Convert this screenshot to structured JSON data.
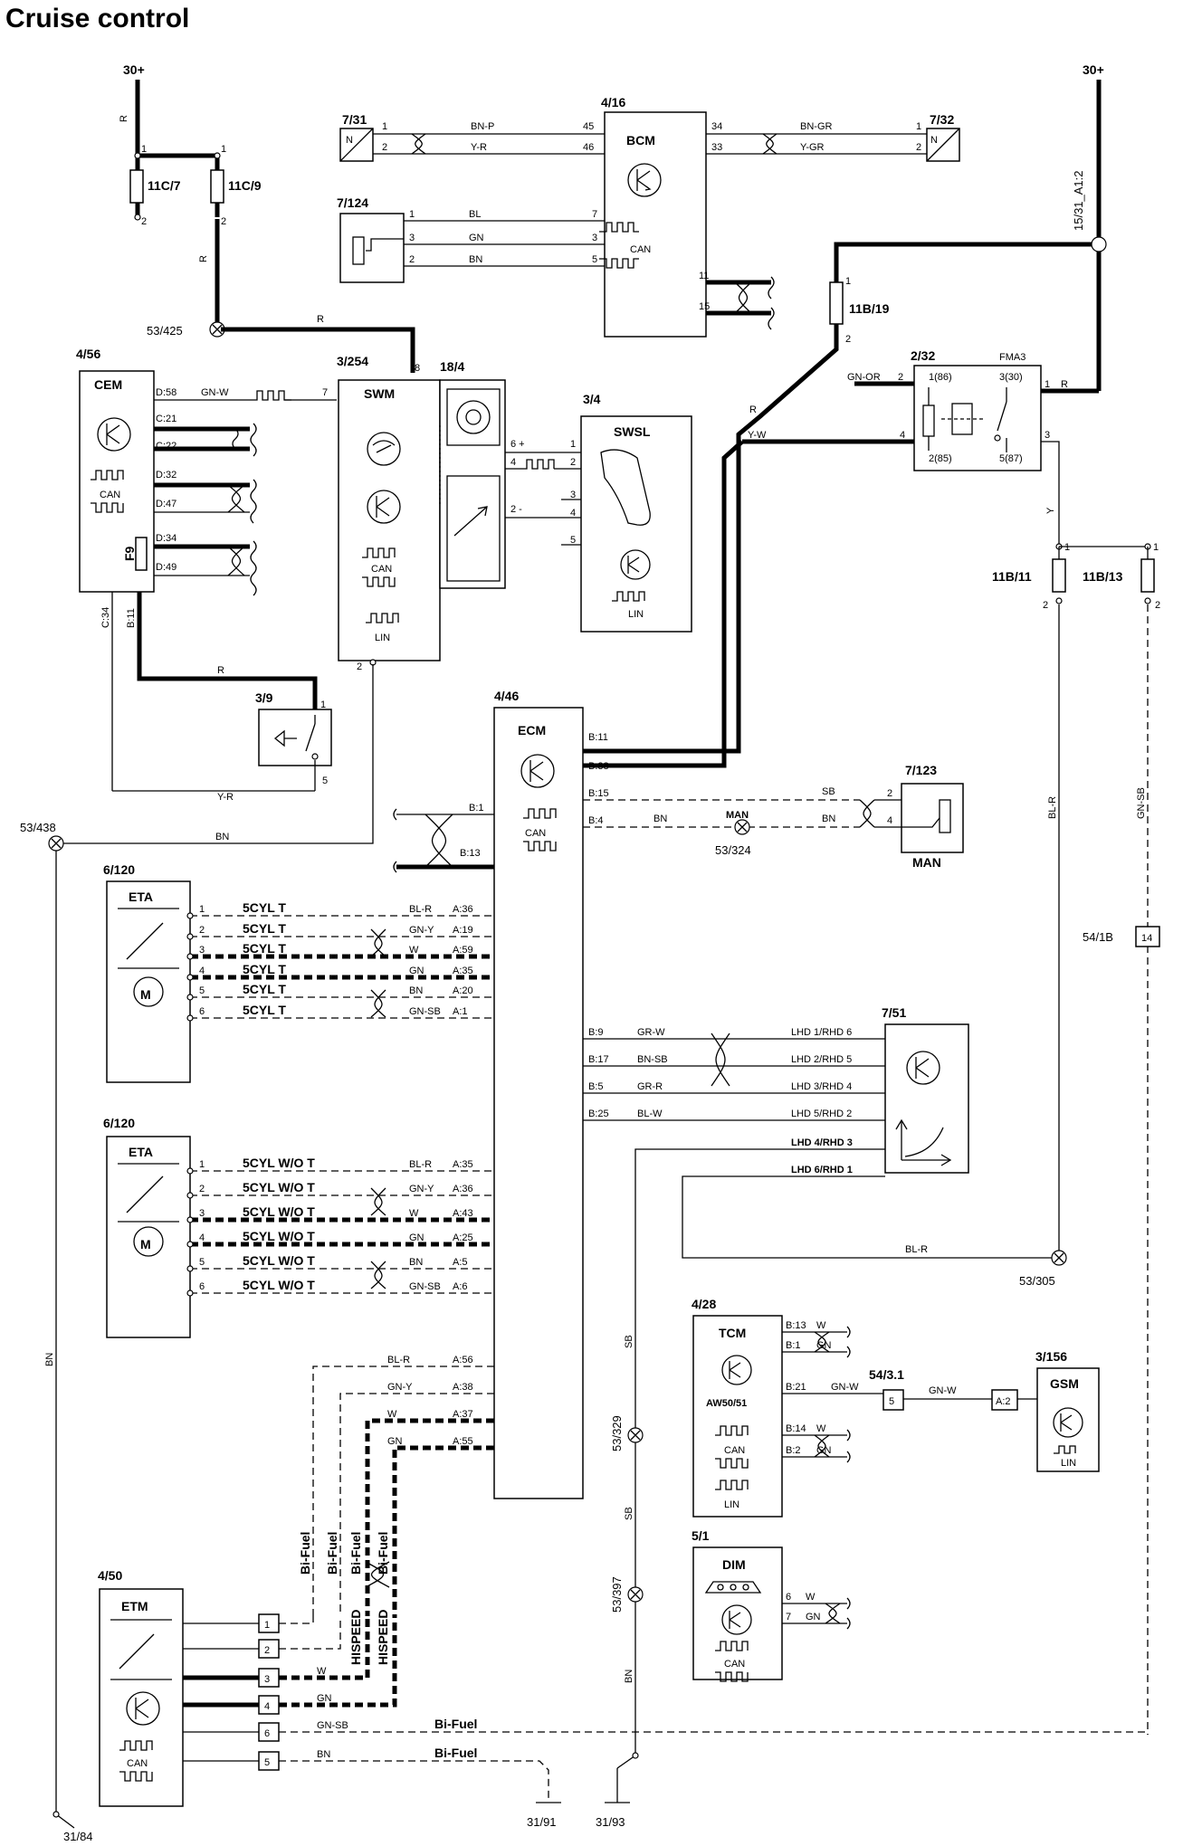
{
  "title": "Cruise control",
  "supply": {
    "left": "30+",
    "right": "30+",
    "wire_r": "R",
    "node_15_31": "15/31_A1:2"
  },
  "fuses": {
    "f11c7": "11C/7",
    "f11c9": "11C/9",
    "f11b19": "11B/19",
    "f11b11": "11B/11",
    "f11b13": "11B/13",
    "pin1": "1",
    "pin2": "2"
  },
  "grounds": {
    "g53_425": "53/425",
    "g53_438": "53/438",
    "g53_324": "53/324",
    "g53_305": "53/305",
    "g53_329": "53/329",
    "g53_397": "53/397",
    "g31_84": "31/84",
    "g31_91": "31/91",
    "g31_93": "31/93"
  },
  "bcm": {
    "ref": "4/16",
    "name": "BCM",
    "can": "CAN",
    "left_conn": "7/31",
    "right_conn": "7/32",
    "pot_conn": "7/124",
    "n": "N",
    "pins": {
      "p45": "45",
      "p46": "46",
      "p34": "34",
      "p33": "33",
      "p7": "7",
      "p3": "3",
      "p5": "5",
      "p11": "11",
      "p15": "15"
    },
    "wires": {
      "bn_p": "BN-P",
      "y_r": "Y-R",
      "bn_gr": "BN-GR",
      "y_gr": "Y-GR",
      "bl": "BL",
      "gn": "GN",
      "bn": "BN"
    },
    "small_pins": {
      "a": "1",
      "b": "2",
      "c": "3"
    }
  },
  "cem": {
    "ref": "4/56",
    "name": "CEM",
    "can": "CAN",
    "fuse": "F9",
    "pins": [
      "D:58",
      "C:21",
      "C:22",
      "D:32",
      "D:47",
      "D:34",
      "D:49"
    ],
    "bottom_pins": [
      "C:34",
      "B:11"
    ],
    "wire_d58": "GN-W"
  },
  "swm": {
    "ref": "3/254",
    "name": "SWM",
    "can": "CAN",
    "lin": "LIN",
    "sub_ref": "18/4",
    "pin7": "7",
    "pin8": "8",
    "pin2": "2"
  },
  "swsl": {
    "ref": "3/4",
    "name": "SWSL",
    "lin": "LIN",
    "pins": [
      "1",
      "2",
      "3",
      "4",
      "5"
    ],
    "left_pins": [
      "6 +",
      "4",
      "2 -"
    ]
  },
  "relay": {
    "ref": "2/32",
    "fma": "FMA3",
    "p1_86": "1(86)",
    "p3_30": "3(30)",
    "p2_85": "2(85)",
    "p5_87": "5(87)",
    "n2": "2",
    "n4": "4",
    "n1": "1",
    "n3": "3",
    "gn_or": "GN-OR",
    "r": "R",
    "y_w": "Y-W",
    "y": "Y"
  },
  "brake_switch": {
    "ref": "3/9",
    "pin1": "1",
    "pin5": "5",
    "wire_r": "R",
    "wire_yr": "Y-R"
  },
  "ecm": {
    "ref": "4/46",
    "name": "ECM",
    "can": "CAN",
    "pins_right": [
      "B:11",
      "B:38",
      "B:15",
      "B:4",
      "B:9",
      "B:17",
      "B:5",
      "B:25"
    ],
    "pins_left": [
      "B:1",
      "B:13"
    ]
  },
  "man": {
    "ref": "7/123",
    "name": "MAN",
    "pin2": "2",
    "pin4": "4",
    "sb": "SB",
    "bn": "BN",
    "man_label": "MAN"
  },
  "bn_ground_wire": "BN",
  "eta1": {
    "ref": "6/120",
    "name": "ETA",
    "motor": "M",
    "rows": [
      {
        "pin": "1",
        "tag": "5CYL T",
        "wire": "BL-R",
        "ecm": "A:36"
      },
      {
        "pin": "2",
        "tag": "5CYL T",
        "wire": "GN-Y",
        "ecm": "A:19"
      },
      {
        "pin": "3",
        "tag": "5CYL T",
        "wire": "W",
        "ecm": "A:59"
      },
      {
        "pin": "4",
        "tag": "5CYL T",
        "wire": "GN",
        "ecm": "A:35"
      },
      {
        "pin": "5",
        "tag": "5CYL T",
        "wire": "BN",
        "ecm": "A:20"
      },
      {
        "pin": "6",
        "tag": "5CYL T",
        "wire": "GN-SB",
        "ecm": "A:1"
      }
    ]
  },
  "eta2": {
    "ref": "6/120",
    "name": "ETA",
    "motor": "M",
    "rows": [
      {
        "pin": "1",
        "tag": "5CYL W/O T",
        "wire": "BL-R",
        "ecm": "A:35"
      },
      {
        "pin": "2",
        "tag": "5CYL W/O T",
        "wire": "GN-Y",
        "ecm": "A:36"
      },
      {
        "pin": "3",
        "tag": "5CYL W/O T",
        "wire": "W",
        "ecm": "A:43"
      },
      {
        "pin": "4",
        "tag": "5CYL W/O T",
        "wire": "GN",
        "ecm": "A:25"
      },
      {
        "pin": "5",
        "tag": "5CYL W/O T",
        "wire": "BN",
        "ecm": "A:5"
      },
      {
        "pin": "6",
        "tag": "5CYL W/O T",
        "wire": "GN-SB",
        "ecm": "A:6"
      }
    ]
  },
  "pedal": {
    "ref": "7/51",
    "ecm_rows": [
      {
        "ecm": "B:9",
        "wire": "GR-W",
        "label": "LHD 1/RHD 6"
      },
      {
        "ecm": "B:17",
        "wire": "BN-SB",
        "label": "LHD 2/RHD 5"
      },
      {
        "ecm": "B:5",
        "wire": "GR-R",
        "label": "LHD 3/RHD 4"
      },
      {
        "ecm": "B:25",
        "wire": "BL-W",
        "label": "LHD 5/RHD 2"
      }
    ],
    "extra_rows": [
      "LHD 4/RHD 3",
      "LHD 6/RHD 1"
    ],
    "bl_r": "BL-R"
  },
  "lower_ecm": [
    {
      "wire": "BL-R",
      "ecm": "A:56"
    },
    {
      "wire": "GN-Y",
      "ecm": "A:38"
    },
    {
      "wire": "W",
      "ecm": "A:37"
    },
    {
      "wire": "GN",
      "ecm": "A:55"
    }
  ],
  "vertical_labels": {
    "bl_r": "BL-R",
    "gn_sb": "GN-SB",
    "sb1": "SB",
    "sb2": "SB",
    "bn_etm": "BN",
    "bn_left": "BN",
    "y": "Y"
  },
  "conn_54_1b": {
    "ref": "54/1B",
    "pin": "14"
  },
  "tcm": {
    "ref": "4/28",
    "name": "TCM",
    "variant": "AW50/51",
    "can": "CAN",
    "lin": "LIN",
    "rows": [
      {
        "pin": "B:13",
        "wire": "W"
      },
      {
        "pin": "B:1",
        "wire": "GN"
      },
      {
        "pin": "B:21",
        "wire": "GN-W"
      },
      {
        "pin": "B:14",
        "wire": "W"
      },
      {
        "pin": "B:2",
        "wire": "GN"
      }
    ],
    "splice": "54/3.1",
    "splice_pin": "5"
  },
  "gsm": {
    "ref": "3/156",
    "name": "GSM",
    "lin": "LIN",
    "wire": "GN-W",
    "pin": "A:2"
  },
  "dim": {
    "ref": "5/1",
    "name": "DIM",
    "can": "CAN",
    "rows": [
      {
        "pin": "6",
        "wire": "W"
      },
      {
        "pin": "7",
        "wire": "GN"
      }
    ]
  },
  "etm": {
    "ref": "4/50",
    "name": "ETM",
    "can": "CAN",
    "pins": [
      "1",
      "2",
      "3",
      "4",
      "6",
      "5"
    ],
    "wires": {
      "p3": "W",
      "p4": "GN",
      "p6": "GN-SB",
      "p5": "BN"
    },
    "bifuel": "Bi-Fuel",
    "hispeed": "HISPEED"
  }
}
